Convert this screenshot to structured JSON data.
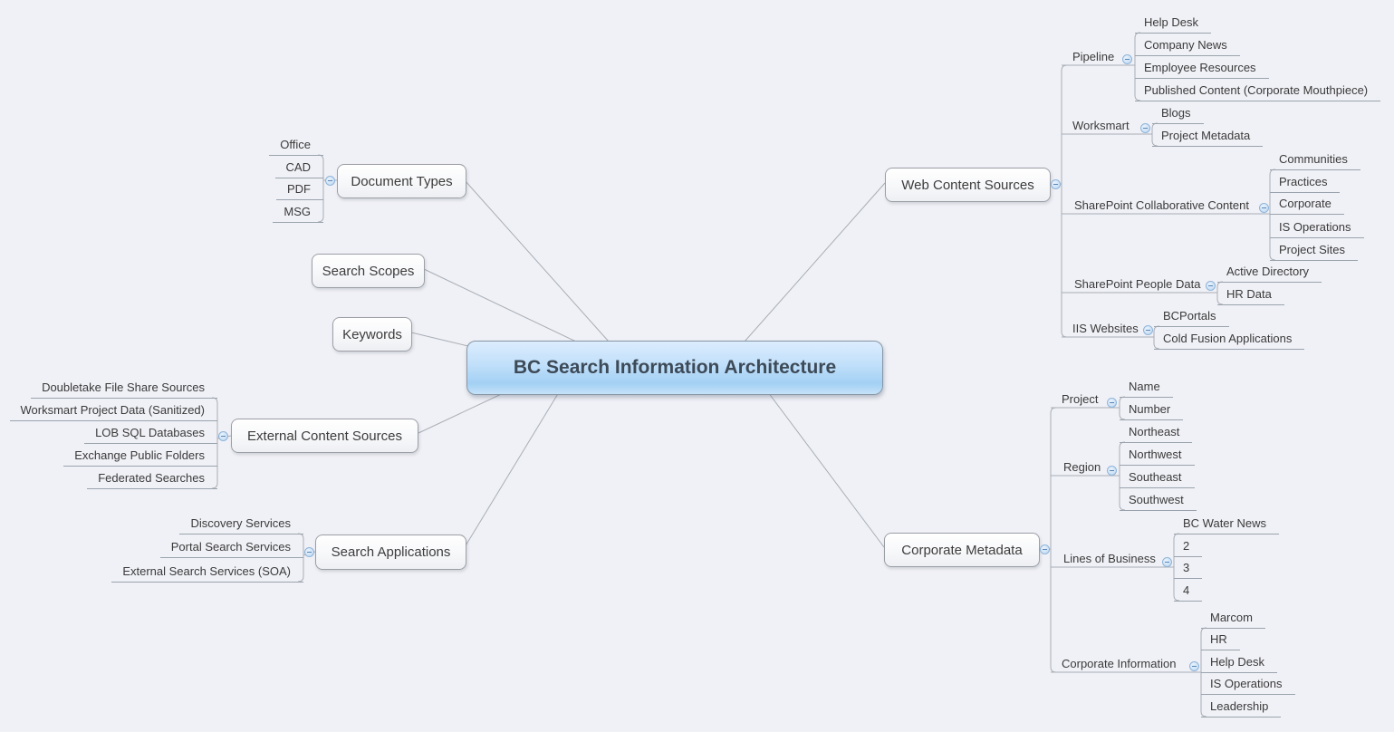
{
  "central_topic": {
    "label": "BC Search Information Architecture"
  },
  "left_topics": [
    {
      "label": "Document Types",
      "children": [
        "Office",
        "CAD",
        "PDF",
        "MSG"
      ]
    },
    {
      "label": "Search Scopes",
      "children": []
    },
    {
      "label": "Keywords",
      "children": []
    },
    {
      "label": "External Content Sources",
      "children": [
        "Doubletake File Share Sources",
        "Worksmart Project Data (Sanitized)",
        "LOB SQL Databases",
        "Exchange Public Folders",
        "Federated Searches"
      ]
    },
    {
      "label": "Search Applications",
      "children": [
        "Discovery Services",
        "Portal Search Services",
        "External Search Services (SOA)"
      ]
    }
  ],
  "right_topics": [
    {
      "label": "Web Content Sources",
      "children": [
        {
          "label": "Pipeline",
          "children": [
            "Help Desk",
            "Company News",
            "Employee Resources",
            "Published Content (Corporate Mouthpiece)"
          ]
        },
        {
          "label": "Worksmart",
          "children": [
            "Blogs",
            "Project Metadata"
          ]
        },
        {
          "label": "SharePoint Collaborative Content",
          "children": [
            "Communities",
            "Practices",
            "Corporate",
            "IS Operations",
            "Project Sites"
          ]
        },
        {
          "label": "SharePoint People Data",
          "children": [
            "Active Directory",
            "HR Data"
          ]
        },
        {
          "label": "IIS Websites",
          "children": [
            "BCPortals",
            "Cold Fusion Applications"
          ]
        }
      ]
    },
    {
      "label": "Corporate Metadata",
      "children": [
        {
          "label": "Project",
          "children": [
            "Name",
            "Number"
          ]
        },
        {
          "label": "Region",
          "children": [
            "Northeast",
            "Northwest",
            "Southeast",
            "Southwest"
          ]
        },
        {
          "label": "Lines of Business",
          "children": [
            "BC Water News",
            "2",
            "3",
            "4"
          ]
        },
        {
          "label": "Corporate Information",
          "children": [
            "Marcom",
            "HR",
            "Help Desk",
            "IS Operations",
            "Leadership"
          ]
        }
      ]
    }
  ],
  "colors": {
    "background": "#f0f1f6",
    "branch_line": "#a8adb5",
    "central_fill_top": "#dcedfe",
    "central_fill_bottom": "#a3d0f4",
    "collapse_icon_fill": "#cfe3f7"
  },
  "icons": {
    "collapse": "minus-circle"
  }
}
